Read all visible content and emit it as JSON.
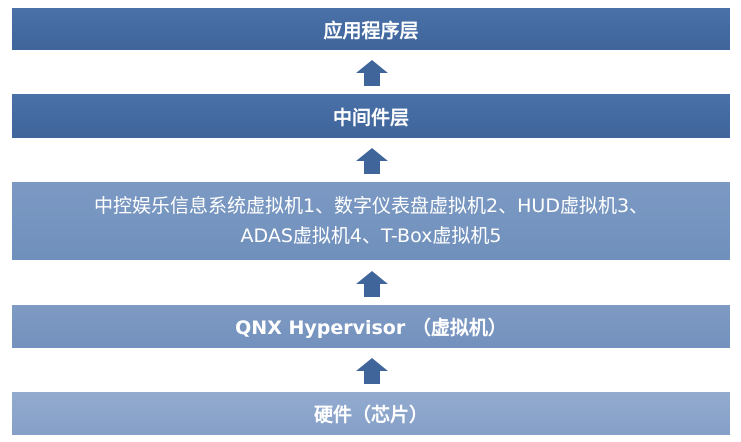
{
  "layers": {
    "application": "应用程序层",
    "middleware": "中间件层",
    "vms_line1": "中控娱乐信息系统虚拟机1、数字仪表盘虚拟机2、HUD虚拟机3、",
    "vms_line2": "ADAS虚拟机4、T-Box虚拟机5",
    "hypervisor": "QNX Hypervisor （虚拟机）",
    "hardware": "硬件（芯片）"
  },
  "colors": {
    "dark_layer": "#4a72a8",
    "mid_layer": "#7b99c3",
    "light_layer": "#93abcf",
    "arrow": "#3f659b"
  }
}
